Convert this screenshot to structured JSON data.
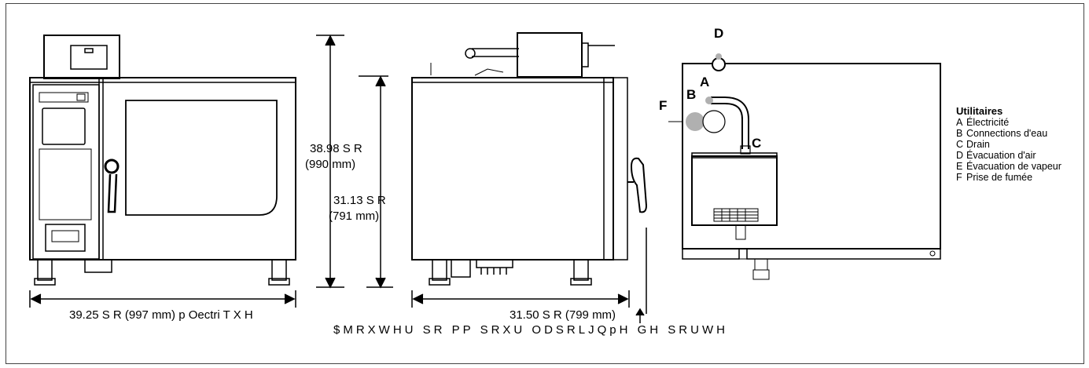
{
  "dims": {
    "front_height": "38.98  S R",
    "front_height_mm": "(990 mm)",
    "side_height": "31.13  S R",
    "side_height_mm": "(791 mm)",
    "front_width": "39.25  S R (997 mm)  p Oectri T X H",
    "side_depth": "31.50  S R (799 mm)",
    "footer_note": "$MRXWHU        SR        PP    SRXU  ODSRLJQpH  GH  SRUWH"
  },
  "connections": {
    "A": "A",
    "B": "B",
    "C": "C",
    "D": "D",
    "F": "F"
  },
  "legend": {
    "title": "Utilitaires",
    "items": [
      {
        "key": "A",
        "label": "Électricité"
      },
      {
        "key": "B",
        "label": "Connections d'eau"
      },
      {
        "key": "C",
        "label": "Drain"
      },
      {
        "key": "D",
        "label": "Évacuation d'air"
      },
      {
        "key": "E",
        "label": "Évacuation de vapeur"
      },
      {
        "key": "F",
        "label": "Prise de fumée"
      }
    ]
  },
  "colors": {
    "line": "#000000",
    "connector": "#b0b0b0"
  }
}
